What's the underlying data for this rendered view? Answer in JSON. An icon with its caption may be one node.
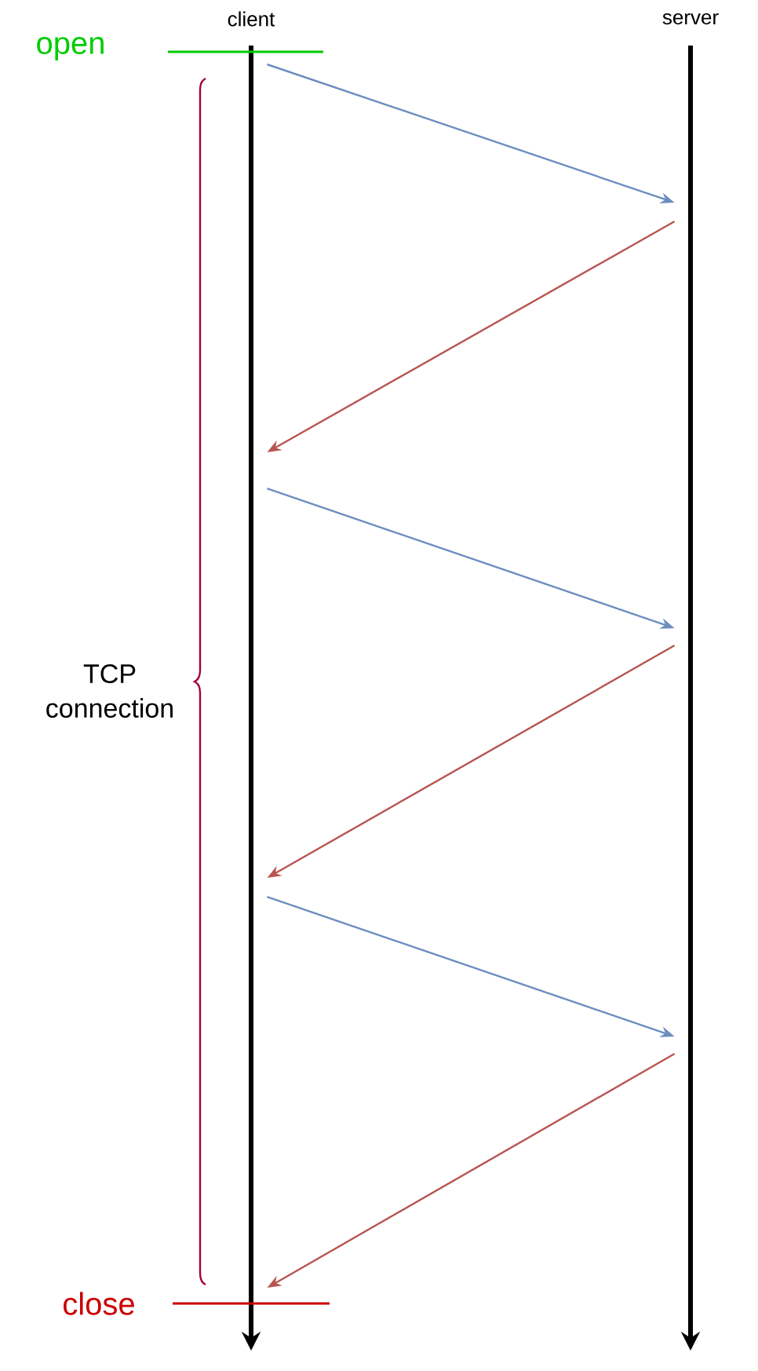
{
  "diagram": {
    "nodes": [
      {
        "text": [
          "client"
        ]
      },
      {
        "text": [
          "server"
        ]
      }
    ],
    "edges": [
      {
        "from": 0,
        "to": 1,
        "arrow": "to",
        "color": "#6c8ebf"
      },
      {
        "from": 1,
        "to": 0,
        "arrow": "to",
        "color": "#b85450"
      },
      {
        "from": 0,
        "to": 1,
        "arrow": "to",
        "color": "#6c8ebf"
      },
      {
        "from": 1,
        "to": 0,
        "arrow": "to",
        "color": "#b85450"
      },
      {
        "from": 0,
        "to": 1,
        "arrow": "to",
        "color": "#6c8ebf"
      },
      {
        "from": 1,
        "to": 0,
        "arrow": "to",
        "color": "#b85450"
      }
    ],
    "labels": [
      "open",
      "TCP connection",
      "close"
    ]
  }
}
